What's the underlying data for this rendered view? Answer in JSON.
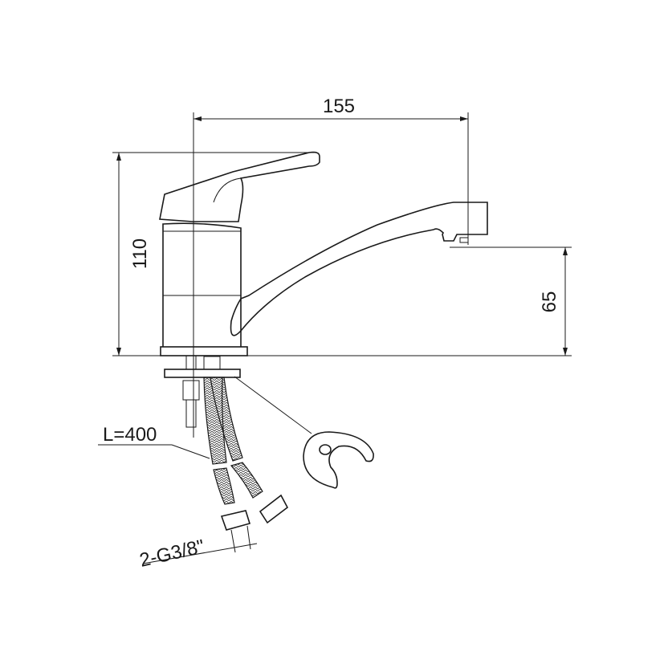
{
  "title": "Faucet dimension drawing",
  "dimensions": {
    "spout_reach": "155",
    "total_height": "110",
    "spout_height": "65",
    "hose_length": "L=400",
    "connection": "2-G3/8\""
  },
  "colors": {
    "line": "#1a1a1a",
    "background": "#ffffff"
  }
}
